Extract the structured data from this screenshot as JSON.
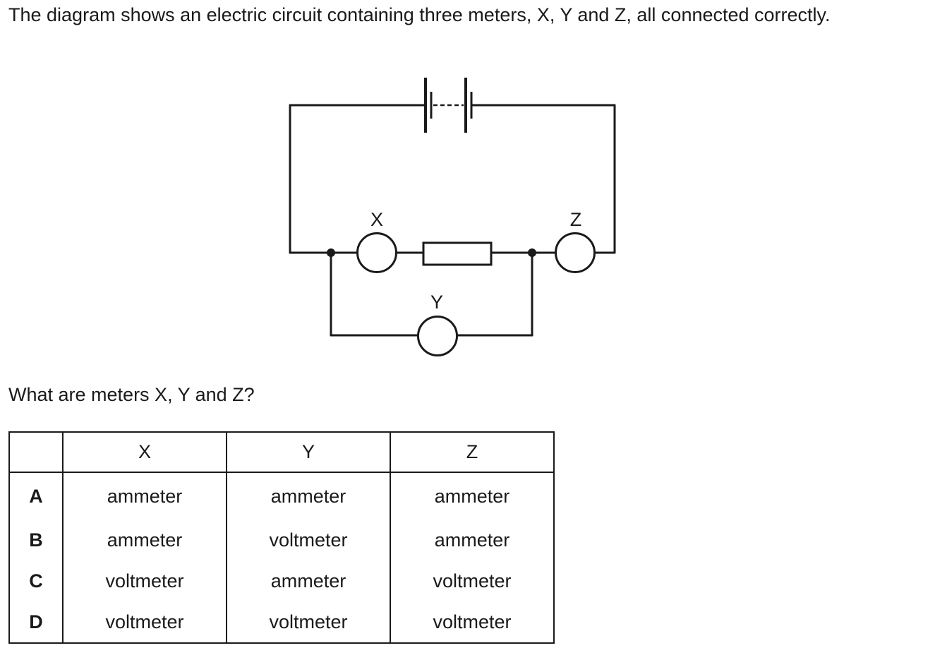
{
  "intro_text": "The diagram shows an electric circuit containing three meters, X, Y and Z, all connected correctly.",
  "circuit": {
    "meters": [
      "X",
      "Y",
      "Z"
    ]
  },
  "question_text": "What are meters X, Y and Z?",
  "table": {
    "headers": [
      "",
      "X",
      "Y",
      "Z"
    ],
    "rows": [
      {
        "option": "A",
        "x": "ammeter",
        "y": "ammeter",
        "z": "ammeter"
      },
      {
        "option": "B",
        "x": "ammeter",
        "y": "voltmeter",
        "z": "ammeter"
      },
      {
        "option": "C",
        "x": "voltmeter",
        "y": "ammeter",
        "z": "voltmeter"
      },
      {
        "option": "D",
        "x": "voltmeter",
        "y": "voltmeter",
        "z": "voltmeter"
      }
    ]
  }
}
